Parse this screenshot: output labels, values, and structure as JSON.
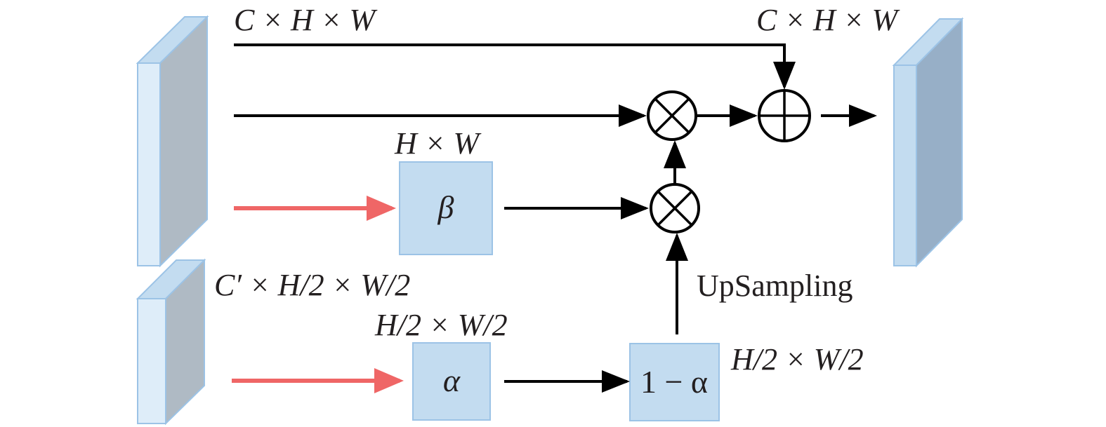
{
  "colors": {
    "feature_front": "#deedf9",
    "feature_top": "#c3dcf0",
    "feature_side": "#afbac4",
    "feature_border": "#9cc3e6",
    "output_front": "#c3dcf0",
    "output_side": "#97afc7",
    "weight_box": "#c3dcf0",
    "red_arrow": "#ef6666",
    "black_arrow": "#000000"
  },
  "labels": {
    "input_high_dims": "C × H × W",
    "output_dims": "C × H × W",
    "beta_dims": "H × W",
    "input_low_dims": "C′ × H/2 × W/2",
    "alpha_dims": "H/2 × W/2",
    "one_minus_alpha_dims": "H/2 × W/2",
    "upsampling": "UpSampling"
  },
  "nodes": {
    "beta": "β",
    "alpha": "α",
    "one_minus_alpha": "1 − α"
  },
  "operators": {
    "multiply_icon": "circled-times",
    "add_icon": "circled-plus"
  }
}
